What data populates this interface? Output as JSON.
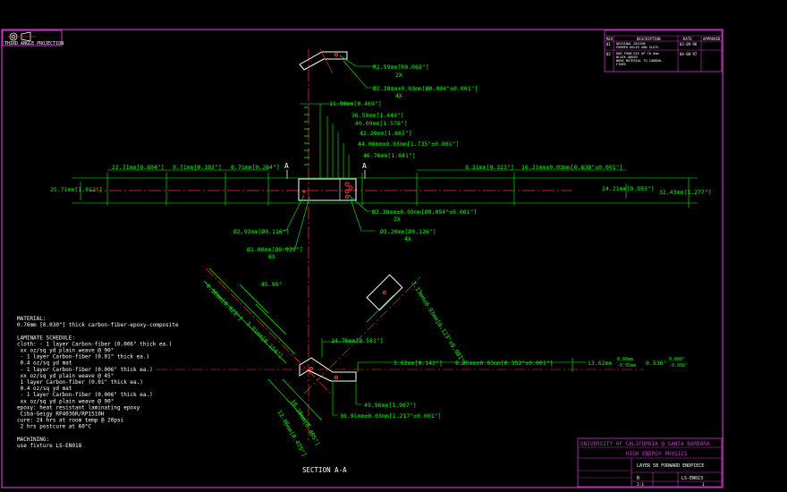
{
  "colors": {
    "background": "#000000",
    "border": "#cc33cc",
    "dimension": "#00ff00",
    "outline": "#ffffff",
    "centerline": "#ff3333",
    "titlebar": "#cc33cc"
  },
  "logo": {
    "label": "THIRD ANGLE PROJECTION"
  },
  "revision_block": {
    "header": [
      "REV",
      "DESCRIPTION",
      "DATE",
      "APPROVED"
    ],
    "rows": [
      {
        "rev": "01",
        "description": "ORIGINAL DESIGN\nFORMED HOLES AND SLOTS",
        "date": "03-09-96"
      },
      {
        "rev": "02",
        "description": "ROD FROM DIE UP TO 0mm\nBLOCK ADDED\nWORK MATERIAL TO CARBON-\nFIBER",
        "date": "04-08-97"
      }
    ]
  },
  "top_view": {
    "bracket_dims": [
      "R1.59mm[R0.062\"]",
      "2X",
      "Ø2.38mm±0.03mm[Ø0.094\"±0.001\"]",
      "4X"
    ],
    "vertical_dims": [
      "11.90mm[0.469\"]",
      "36.58mm[1.440\"]",
      "40.09mm[1.578\"]",
      "42.29mm[1.665\"]",
      "44.06mm±0.03mm[1.735\"±0.001\"]",
      "46.76mm[1.841\"]"
    ],
    "horizontal_dims": [
      "22.71mm[0.894\"]",
      "9.71mm[0.382\"]",
      "6.71mm[0.264\"]",
      "8.21mm[0.323\"]",
      "16.21mm±0.03mm[0.638\"±0.001\"]"
    ],
    "left_dim": "25.71mm[1.012\"]",
    "right_dims": [
      "24.21mm[0.953\"]",
      "32.43mm[1.277\"]"
    ],
    "section_marks": [
      "A",
      "A"
    ],
    "lower_dims": [
      "Ø2.38mm±0.03mm[Ø0.094\"±0.001\"]",
      "2X",
      "Ø3.20mm[Ø0.126\"]",
      "4X",
      "Ø2.93mm[Ø0.116\"]",
      "Ø1.00mm[Ø0.039\"]",
      "6X"
    ]
  },
  "section_view": {
    "angle": "45.95°",
    "dims": [
      "0.56mm[0.022\"]",
      "3.91mm[0.154\"]",
      "14.76mm[0.581\"]",
      "3.62mm[0.143\"]",
      "8.95mm±0.03mm[0.352\"±0.001\"]",
      "13.62mm",
      "0.536\"",
      "49.96mm[1.967\"]",
      "30.91mm±0.03mm[1.217\"±0.001\"]",
      "10.28mm[0.405\"]",
      "12.06mm[0.475\"]",
      "3.13mm±0.03mm[0.123\"±0.001\"]"
    ],
    "tolerance_top": "0.00mm",
    "tolerance_bottom": "-0.05mm",
    "tolerance_in_top": "0.000\"",
    "tolerance_in_bottom": "-0.002\"",
    "label": "SECTION A-A"
  },
  "notes": {
    "lines": [
      "MATERIAL:",
      "0.76mm [0.030\"] thick carbon-fiber-epoxy-composite",
      "",
      "LAMINATE SCHEDULE:",
      "cloth: - 1 layer Carbon-fiber (0.006\" thick ea.)",
      "  xx oz/sq yd plain weave @ 90°",
      "  - 1 layer Carbon-fiber (0.01\" thick ea.)",
      "  0.4 oz/sq yd mat",
      "  - 1 layer Carbon-fiber (0.006\" thick ea.)",
      "  xx oz/sq yd plain weave @ 45°",
      "  1 layer Carbon-fiber (0.01\" thick ea.)",
      "  0.4 oz/sq yd mat",
      "  - 1 layer Carbon-fiber (0.006\" thick ea.)",
      "  xx oz/sq yd plain weave @ 90°",
      "epoxy: heat resistant laminating epoxy",
      "  Ciba-Geigy RP4036R/RP1510H",
      "cure: 24 hrs at room temp @ 20psi",
      "  2 hrs postcure at 60°C",
      "",
      "MACHINING:",
      "use fixture LS-EN018"
    ]
  },
  "title_block": {
    "university": "UNIVERSITY OF CALIFORNIA @ SANTA BARBARA",
    "department": "HIGH ENERGY PHYSICS",
    "title": "LAYER 5B FORWARD ENDPIECE",
    "drawing_number": "LS-EN023",
    "size": "B",
    "scale": "2:1",
    "sheet": "1"
  }
}
